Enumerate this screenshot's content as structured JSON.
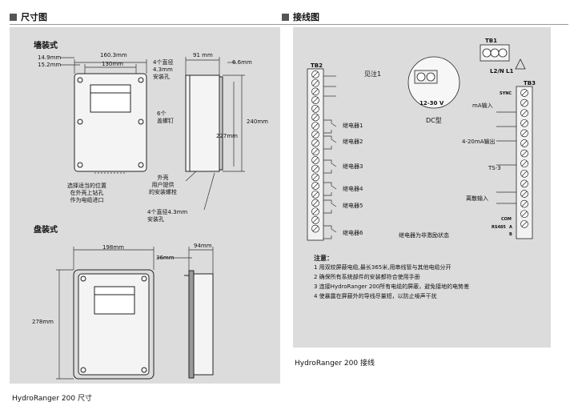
{
  "left": {
    "title": "尺寸图",
    "wall": {
      "heading": "墙装式",
      "dims": {
        "d1": "14.9mm",
        "d2": "15.2mm",
        "d3": "160.3mm",
        "d4": "130mm",
        "d5": "91 mm",
        "d6": "6.6mm",
        "d7": "240mm",
        "d8": "227mm"
      },
      "notes": {
        "holes4": "4个直径\n4.3mm\n安装孔",
        "screws6": "6个\n盖螺钉",
        "cable": "选择适当的位置\n在外壳上钻孔\n作为电缆进口",
        "shell": "外壳\n用户提供\n的安装螺栓",
        "holes4b": "4个直径4.3mm\n安装孔"
      }
    },
    "panel": {
      "heading": "盘装式",
      "dims": {
        "w": "198mm",
        "d36": "36mm",
        "d94": "94mm",
        "h": "278mm"
      }
    },
    "caption": "HydroRanger 200 尺寸"
  },
  "right": {
    "title": "接线图",
    "tb": {
      "tb1": "TB1",
      "tb2": "TB2",
      "tb3": "TB3"
    },
    "labels": {
      "see_note": "见注1",
      "dc_type": "DC型",
      "dc_voltage": "12-30 V",
      "l2n": "L2/N",
      "l1": "L1",
      "relay1": "继电器1",
      "relay2": "继电器2",
      "relay3": "继电器3",
      "relay4": "继电器4",
      "relay5": "继电器5",
      "relay6": "继电器6",
      "relay_state": "继电器为非激励状态",
      "ma_in": "mA输入",
      "ma_out": "4-20mA输出",
      "ts3": "TS-3",
      "discrete": "离散输入",
      "sync": "SYNC",
      "com": "COM",
      "rs485": "RS485",
      "a": "A",
      "b": "B"
    },
    "notes_title": "注意：",
    "notes": [
      "1 用双绞屏蔽电缆,最长365米,用串线管与其他电缆分开",
      "2 确保所有系统部件的安装都符合使用手册",
      "3 连接HydroRanger 200所有电缆的屏蔽，避免接地的电势差",
      "4 使暴露在屏蔽外的导线尽量短，以防止噪声干扰"
    ],
    "caption": "HydroRanger 200 接线"
  }
}
